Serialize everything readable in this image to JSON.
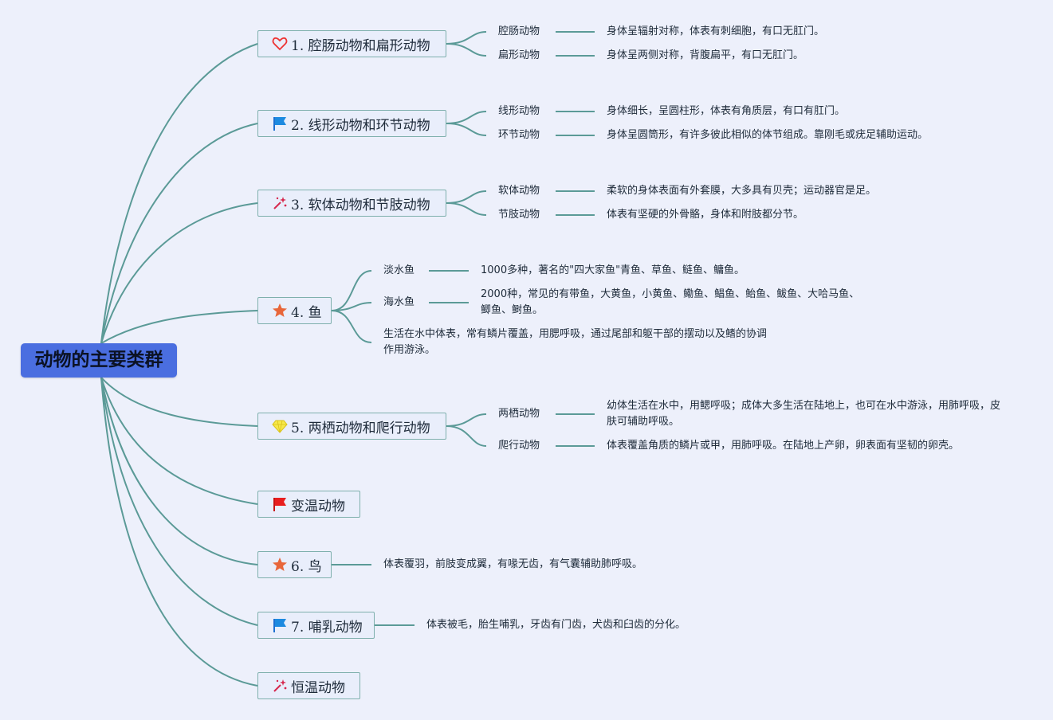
{
  "root": {
    "title": "动物的主要类群"
  },
  "branches": [
    {
      "label": "1. 腔肠动物和扁形动物",
      "icon": "heart-icon",
      "subs": [
        {
          "label": "腔肠动物",
          "desc": "身体呈辐射对称，体表有刺细胞，有口无肛门。"
        },
        {
          "label": "扁形动物",
          "desc": "身体呈两侧对称，背腹扁平，有口无肛门。"
        }
      ]
    },
    {
      "label": "2. 线形动物和环节动物",
      "icon": "blue-flag-icon",
      "subs": [
        {
          "label": "线形动物",
          "desc": "身体细长，呈圆柱形，体表有角质层，有口有肛门。"
        },
        {
          "label": "环节动物",
          "desc": "身体呈圆筒形，有许多彼此相似的体节组成。靠刚毛或疣足辅助运动。"
        }
      ]
    },
    {
      "label": "3. 软体动物和节肢动物",
      "icon": "sparkle-wand-icon",
      "subs": [
        {
          "label": "软体动物",
          "desc": "柔软的身体表面有外套膜，大多具有贝壳；运动器官是足。"
        },
        {
          "label": "节肢动物",
          "desc": "体表有坚硬的外骨骼，身体和附肢都分节。"
        }
      ]
    },
    {
      "label": "4. 鱼",
      "icon": "orange-star-icon",
      "subs": [
        {
          "label": "淡水鱼",
          "desc": "1000多种，著名的\"四大家鱼\"青鱼、草鱼、鲢鱼、鳙鱼。"
        },
        {
          "label": "海水鱼",
          "desc": "2000种，常见的有带鱼，大黄鱼，小黄鱼、鳓鱼、鲳鱼、鲐鱼、鲅鱼、大哈马鱼、鲫鱼、鲥鱼。"
        }
      ],
      "note": "生活在水中体表，常有鳞片覆盖，用腮呼吸，通过尾部和躯干部的摆动以及鳍的协调作用游泳。"
    },
    {
      "label": "5. 两栖动物和爬行动物",
      "icon": "diamond-icon",
      "subs": [
        {
          "label": "两栖动物",
          "desc": "幼体生活在水中，用鳃呼吸；成体大多生活在陆地上，也可在水中游泳，用肺呼吸，皮肤可辅助呼吸。"
        },
        {
          "label": "爬行动物",
          "desc": "体表覆盖角质的鳞片或甲，用肺呼吸。在陆地上产卵，卵表面有坚韧的卵壳。"
        }
      ]
    },
    {
      "label": "变温动物",
      "icon": "red-flag-icon",
      "subs": []
    },
    {
      "label": "6. 鸟",
      "icon": "orange-star-icon",
      "desc": "体表覆羽，前肢变成翼，有喙无齿，有气囊辅助肺呼吸。",
      "subs": []
    },
    {
      "label": "7. 哺乳动物",
      "icon": "blue-flag-icon",
      "desc": "体表被毛，胎生哺乳，牙齿有门齿，犬齿和臼齿的分化。",
      "subs": []
    },
    {
      "label": "恒温动物",
      "icon": "sparkle-wand-icon",
      "subs": []
    }
  ],
  "colors": {
    "root": "#4a6ee0",
    "line": "#5b9a97",
    "node_border": "#7fb0ad",
    "background": "#edf0fb"
  }
}
